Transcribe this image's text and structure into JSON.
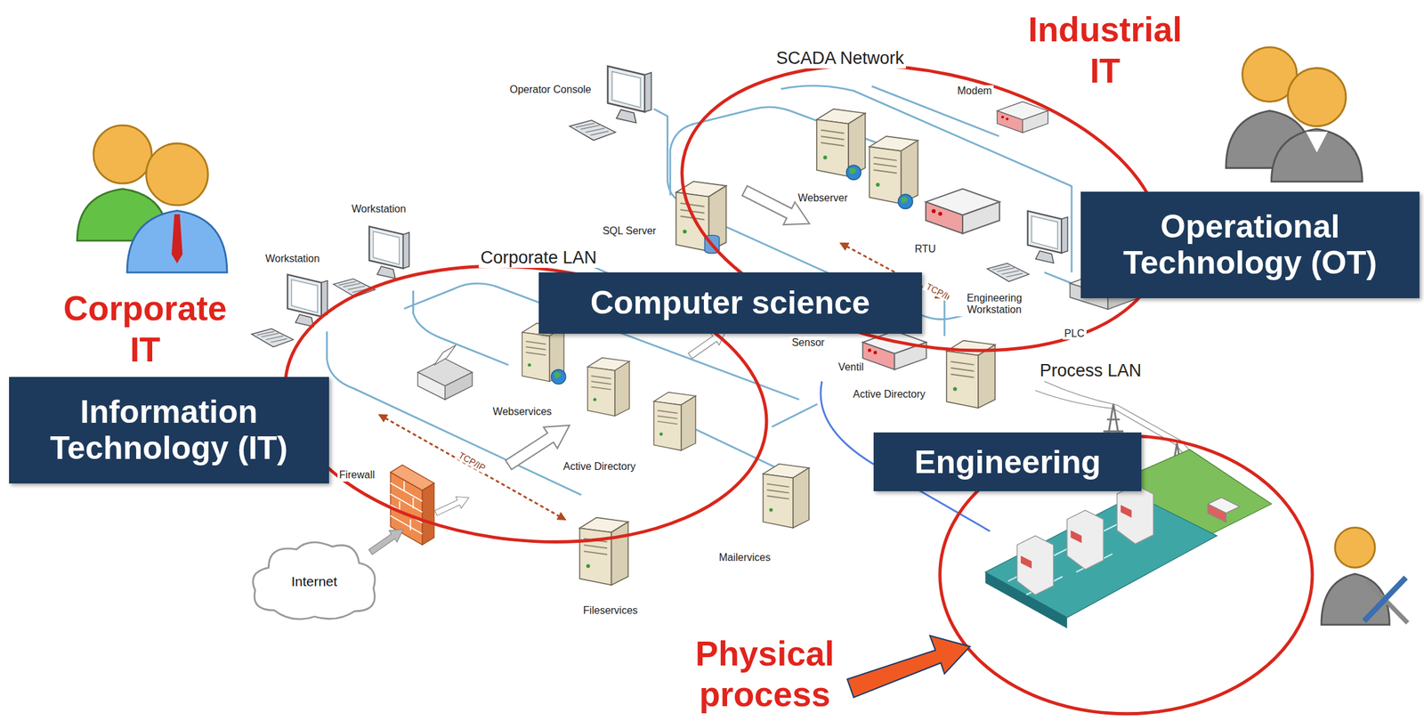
{
  "diagram": {
    "nodes": [
      {
        "text": [
          "Operational Technology (OT)"
        ]
      },
      {
        "text": [
          "Computer science"
        ]
      },
      {
        "text": [
          "Information Technology (IT)"
        ]
      },
      {
        "text": [
          "Engineering"
        ]
      },
      {
        "text": [
          "Internet"
        ]
      }
    ],
    "labels": [
      "Industrial IT",
      "SCADA Network",
      "Operator Console",
      "Modem",
      "Webserver",
      "Workstation",
      "SQL Server",
      "RTU",
      "Workstation",
      "Corporate LAN",
      "TCP/IP",
      "Engineering Workstation",
      "Corporate IT",
      "PLC",
      "Sensor",
      "Ventil",
      "Process LAN",
      "Active Directory",
      "Webservices",
      "TCP/IP",
      "Active Directory",
      "Firewall",
      "Mailervices",
      "Fileservices",
      "Physical process"
    ]
  }
}
